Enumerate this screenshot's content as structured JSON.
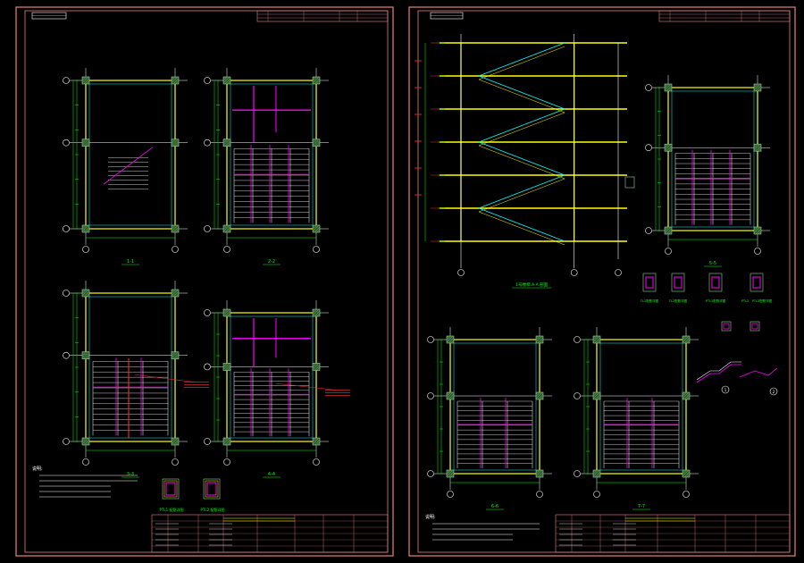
{
  "sheet_left": {
    "title_tag": "",
    "views": [
      {
        "id": "1-1",
        "label": "1-1"
      },
      {
        "id": "2-2",
        "label": "2-2"
      },
      {
        "id": "3-3",
        "label": "3-3"
      },
      {
        "id": "4-4",
        "label": "4-4"
      }
    ],
    "notes_heading": "说明:",
    "notes": [
      "",
      "",
      "",
      "",
      ""
    ],
    "detail_labels": [
      "PTL1 配筋详图",
      "PTL2 配筋详图"
    ]
  },
  "sheet_right": {
    "views": [
      {
        "id": "section",
        "label": "1号楼梯 A-A 剖面"
      },
      {
        "id": "5-5",
        "label": "5-5"
      },
      {
        "id": "6-6",
        "label": "6-6"
      },
      {
        "id": "7-7",
        "label": "7-7"
      }
    ],
    "detail_labels": [
      "TL1配筋详图",
      "TL2配筋详图",
      "PTL1配筋详图",
      "PTL2、PTL3配筋详图"
    ],
    "notes_heading": "说明:",
    "notes": [
      "",
      "",
      "",
      ""
    ],
    "callouts": [
      "1",
      "2"
    ]
  },
  "colors": {
    "frame": "#e88080",
    "grid": "#ffffff",
    "wall": "#ffff00",
    "dim": "#00ff00",
    "rebar": "#ff00ff",
    "stair": "#00ffff",
    "column": "#9acd9a",
    "annotation": "#ff3030"
  },
  "icons": [
    "axis-bubble-icon",
    "column-hatch-icon"
  ]
}
